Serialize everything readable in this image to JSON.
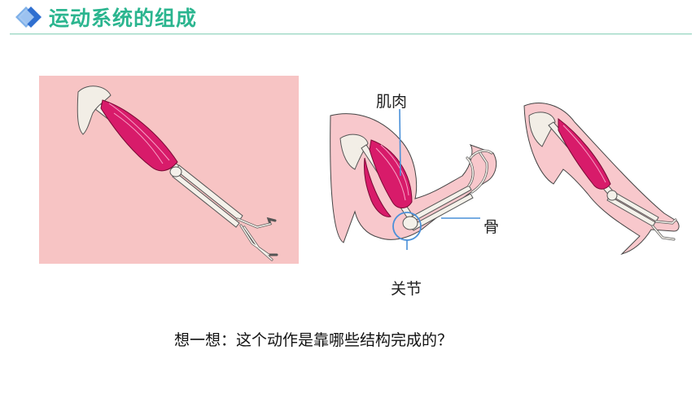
{
  "header": {
    "title": "运动系统的组成",
    "accent_color": "#2bb58f",
    "icon": "diamond-icon"
  },
  "figures": {
    "extended_arm": {
      "background_color": "#f7c4c4"
    },
    "flexed_arm": {
      "labels": {
        "muscle": "肌肉",
        "bone": "骨",
        "joint": "关节"
      },
      "pointer_color": "#4a90d9"
    },
    "relaxed_arm": {}
  },
  "question": "想一想：这个动作是靠哪些结构完成的？"
}
